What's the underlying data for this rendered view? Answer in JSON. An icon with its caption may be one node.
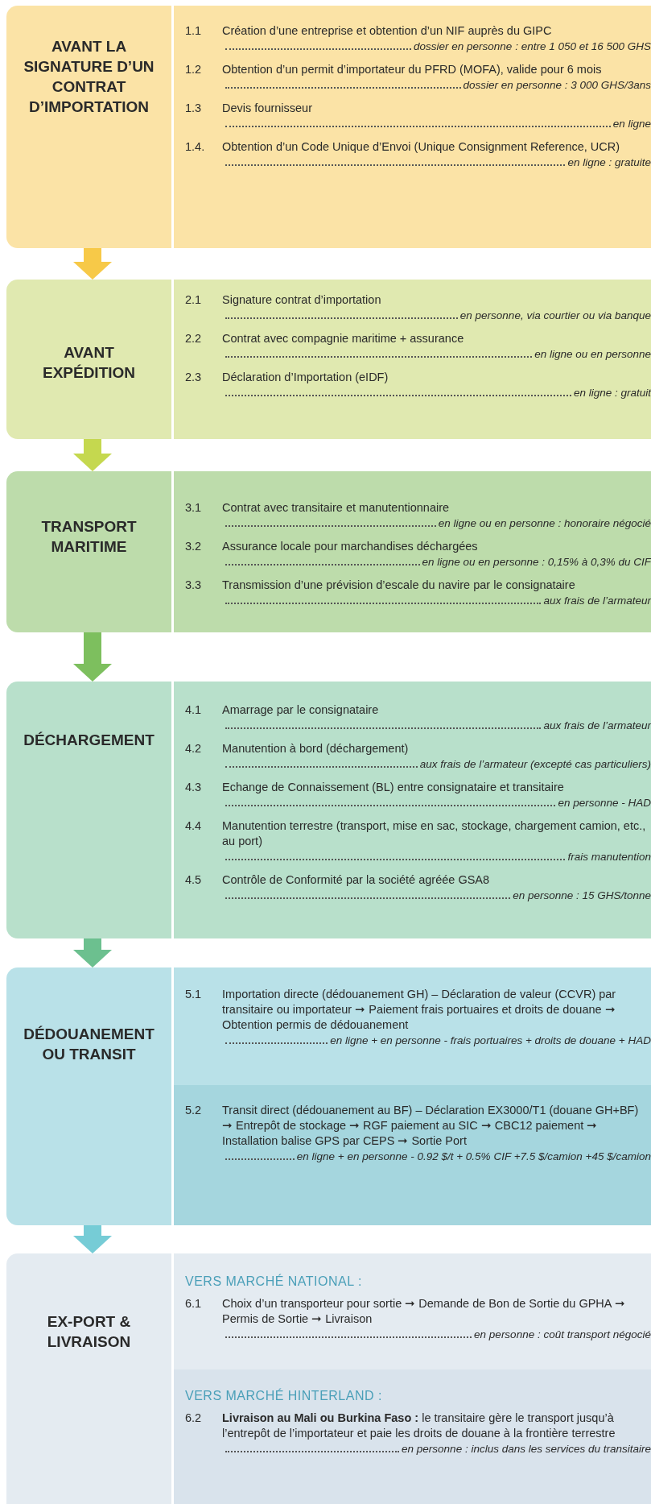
{
  "diagram": {
    "nodes": [
      {
        "text": [
          "AVANT LA SIGNATURE D’UN CONTRAT D’IMPORTATION"
        ]
      },
      {
        "text": [
          "1.1",
          "Création d’une entreprise et obtention d’un NIF auprès du GIPC",
          "dossier en personne : entre 1 050 et 16 500 GHS"
        ],
        "in": 0
      },
      {
        "text": [
          "1.2",
          "Obtention d’un permit d’importateur du PFRD (MOFA), valide pour 6 mois",
          "dossier en personne : 3 000 GHS/3ans"
        ],
        "in": 0
      },
      {
        "text": [
          "1.3",
          "Devis fournisseur",
          "en ligne"
        ],
        "in": 0
      },
      {
        "text": [
          "1.4.",
          "Obtention d’un Code Unique d’Envoi (Unique Consignment Reference, UCR)",
          "en ligne : gratuite"
        ],
        "in": 0
      },
      {
        "text": [
          "AVANT EXPÉDITION"
        ]
      },
      {
        "text": [
          "2.1",
          "Signature contrat d’importation",
          "en personne, via courtier ou via banque"
        ],
        "in": 5
      },
      {
        "text": [
          "2.2",
          "Contrat avec compagnie maritime + assurance",
          "en ligne ou en personne"
        ],
        "in": 5
      },
      {
        "text": [
          "2.3",
          "Déclaration d’Importation (eIDF)",
          "en ligne : gratuit"
        ],
        "in": 5
      },
      {
        "text": [
          "TRANSPORT MARITIME"
        ]
      },
      {
        "text": [
          "3.1",
          "Contrat avec transitaire et manutentionnaire",
          "en ligne ou en personne : honoraire négocié"
        ],
        "in": 9
      },
      {
        "text": [
          "3.2",
          "Assurance locale pour marchandises déchargées",
          "en ligne ou en personne : 0,15% à 0,3% du CIF"
        ],
        "in": 9
      },
      {
        "text": [
          "3.3",
          "Transmission d’une prévision d’escale du navire par le consignataire",
          "aux frais de l’armateur"
        ],
        "in": 9
      },
      {
        "text": [
          "DÉCHARGEMENT"
        ]
      },
      {
        "text": [
          "4.1",
          "Amarrage par le consignataire",
          "aux frais de l’armateur"
        ],
        "in": 13
      },
      {
        "text": [
          "4.2",
          "Manutention à bord (déchargement)",
          "aux frais de l’armateur (excepté cas particuliers)"
        ],
        "in": 13
      },
      {
        "text": [
          "4.3",
          "Echange de Connaissement (BL) entre consignataire et transitaire",
          "en personne - HAD"
        ],
        "in": 13
      },
      {
        "text": [
          "4.4",
          "Manutention terrestre (transport, mise en sac, stockage, chargement camion, etc., au port)",
          "frais manutention"
        ],
        "in": 13
      },
      {
        "text": [
          "4.5",
          "Contrôle de Conformité par la société agréée GSA8",
          "en personne : 15 GHS/tonne"
        ],
        "in": 13
      },
      {
        "text": [
          "DÉDOUANEMENT OU TRANSIT"
        ]
      },
      {
        "text": [
          "5.1",
          "Importation directe (dédouanement GH) – Déclaration de valeur (CCVR) par transitaire ou importateur ➞ Paiement frais portuaires et droits de douane ➞ Obtention permis de dédouanement",
          "en ligne + en personne - frais portuaires + droits de douane + HAD"
        ],
        "in": 19
      },
      {
        "text": [
          "5.2",
          "Transit direct (dédouanement au BF) – Déclaration EX3000/T1 (douane GH+BF) ➞ Entrepôt de stockage ➞ RGF paiement au SIC ➞ CBC12 paiement ➞ Installation balise GPS par CEPS ➞ Sortie Port",
          "en ligne + en personne - 0.92 $/t + 0.5% CIF +7.5 $/camion +45 $/camion"
        ],
        "in": 19
      },
      {
        "text": [
          "EX-PORT & LIVRAISON"
        ]
      },
      {
        "text": [
          "VERS MARCHÉ NATIONAL :"
        ],
        "in": 22
      },
      {
        "text": [
          "6.1",
          "Choix d’un transporteur pour sortie ➞ Demande de Bon de Sortie du GPHA ➞ Permis de Sortie ➞ Livraison",
          "en personne : coût transport négocié"
        ],
        "in": 23
      },
      {
        "text": [
          "VERS MARCHÉ HINTERLAND :"
        ],
        "in": 22
      },
      {
        "text": [
          "6.2",
          "**Livraison au Mali ou Burkina Faso :** le transitaire gère le transport jusqu’à l’entrepôt de l’importateur et paie les droits de douane à la frontière terrestre",
          "en personne : inclus dans les services du transitaire"
        ],
        "in": 25
      }
    ],
    "edges": [
      {
        "from": 0,
        "to": 5,
        "arrow": "to",
        "color": "#f7c948"
      },
      {
        "from": 5,
        "to": 9,
        "arrow": "to",
        "color": "#c5d84f"
      },
      {
        "from": 9,
        "to": 13,
        "arrow": "to",
        "color": "#7dbf5e"
      },
      {
        "from": 13,
        "to": 19,
        "arrow": "to",
        "color": "#6cc08f"
      },
      {
        "from": 19,
        "to": 22,
        "arrow": "to",
        "color": "#76ccd6"
      }
    ]
  }
}
